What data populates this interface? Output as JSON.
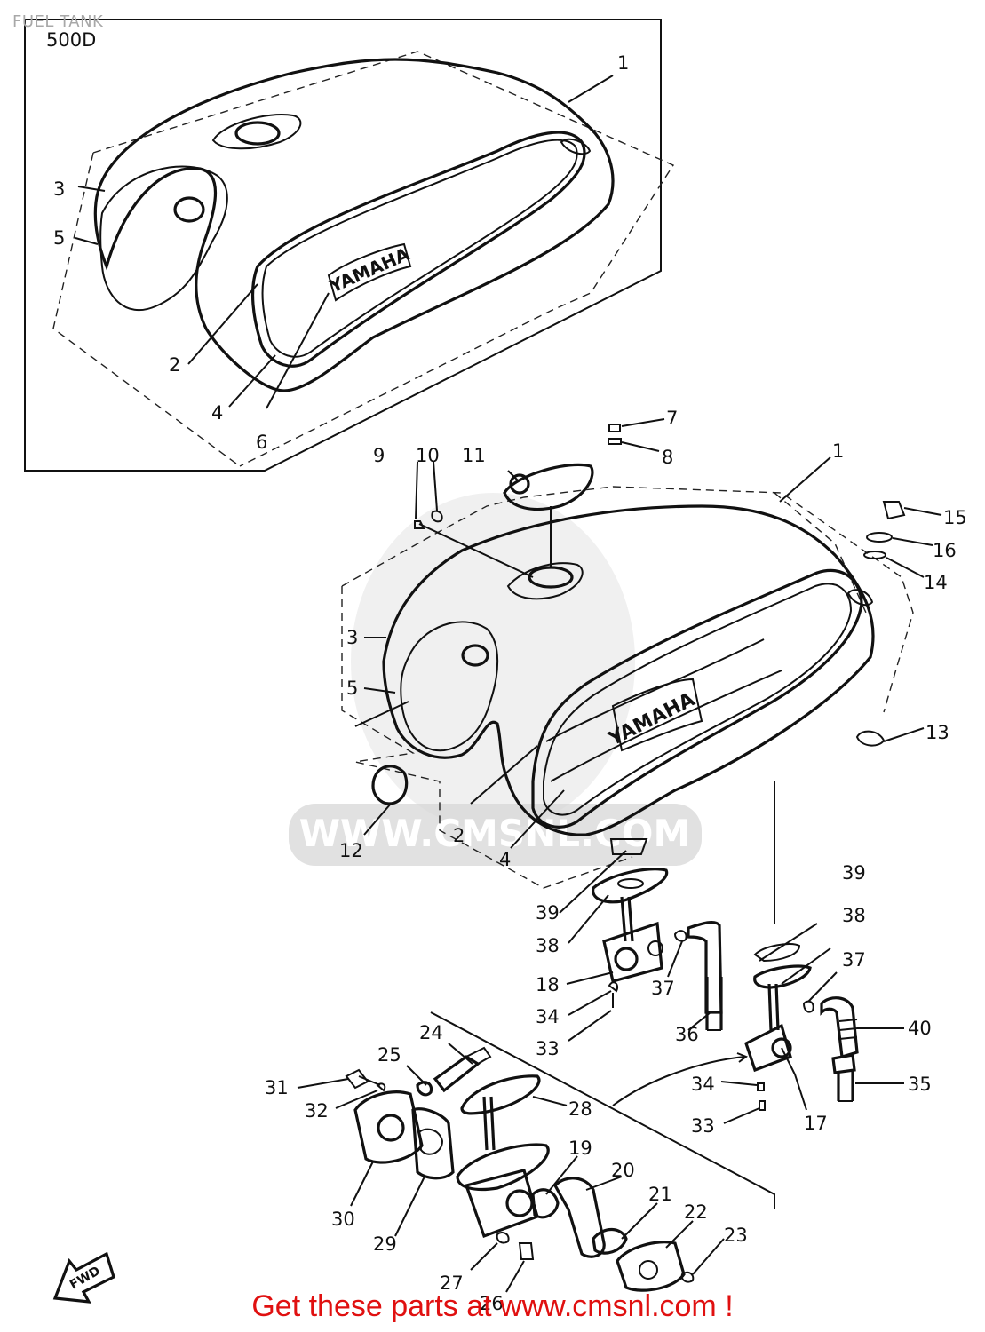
{
  "header": {
    "title": "FUEL TANK",
    "model_code": "500D"
  },
  "brand_text": "YAMAHA",
  "watermark_text": "WWW.CMSNL.COM",
  "fwd_label": "FWD",
  "footer": {
    "cta": "Get these parts at www.cmsnl.com !"
  },
  "labels": {
    "t1": "1",
    "t3": "3",
    "t5": "5",
    "t2": "2",
    "t4": "4",
    "t6": "6",
    "m9": "9",
    "m10": "10",
    "m11": "11",
    "m7": "7",
    "m8": "8",
    "m1": "1",
    "m15": "15",
    "m16": "16",
    "m14": "14",
    "m3": "3",
    "m5": "5",
    "m13": "13",
    "m12": "12",
    "m2": "2",
    "m4": "4",
    "a39": "39",
    "a38": "38",
    "a18": "18",
    "a37": "37",
    "a34": "34",
    "a33": "33",
    "a36": "36",
    "b39": "39",
    "b38": "38",
    "b37": "37",
    "b40": "40",
    "b35": "35",
    "b34": "34",
    "b33": "33",
    "b17": "17",
    "c24": "24",
    "c25": "25",
    "c31": "31",
    "c32": "32",
    "c28": "28",
    "c30": "30",
    "c29": "29",
    "c19": "19",
    "c20": "20",
    "c21": "21",
    "c22": "22",
    "c23": "23",
    "c27": "27",
    "c26": "26"
  }
}
